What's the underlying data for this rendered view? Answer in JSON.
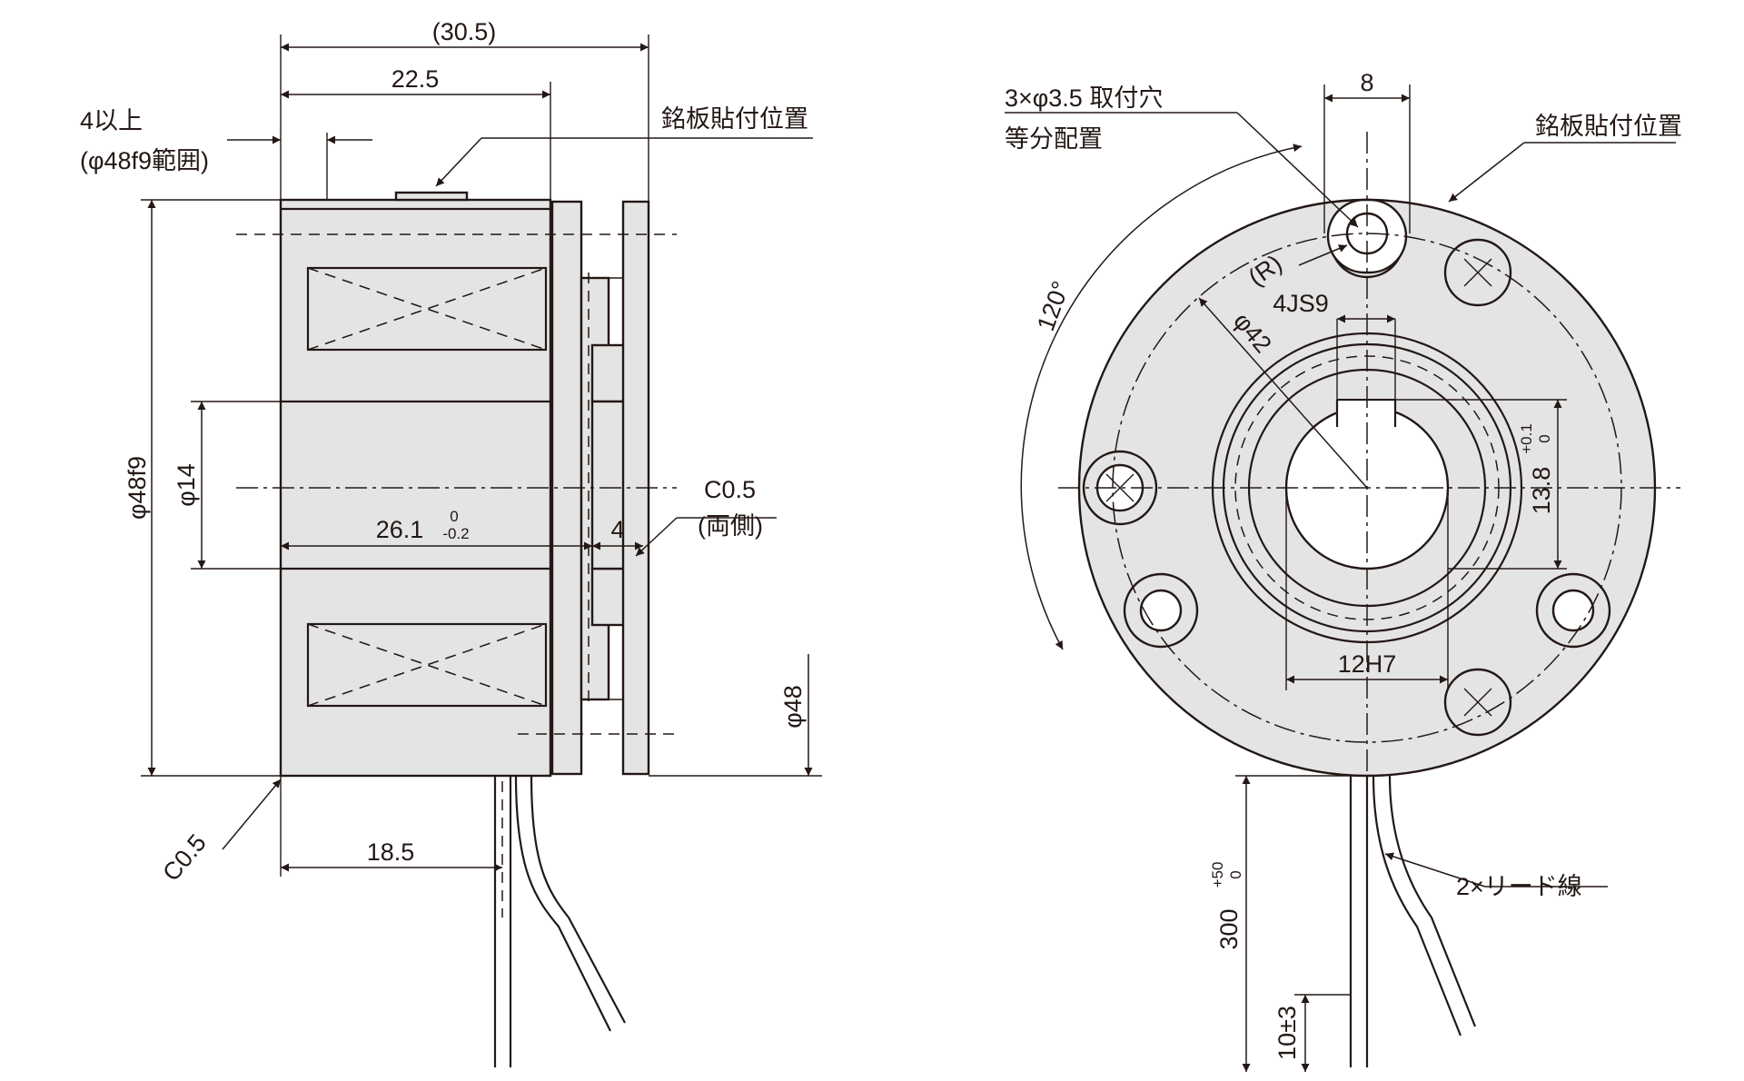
{
  "side_view": {
    "overall_length": "(30.5)",
    "coil_length": "22.5",
    "min_length_line1": "4以上",
    "min_length_line2": "(φ48f9範囲)",
    "nameplate_label": "銘板貼付位置",
    "outer_diameter": "φ48f9",
    "bore_diameter": "φ14",
    "armature_length": "26.1",
    "armature_tol_upper": "0",
    "armature_tol_lower": "-0.2",
    "plate_thickness": "4",
    "chamfer_right_line1": "C0.5",
    "chamfer_right_line2": "(両側)",
    "plate_diameter": "φ48",
    "chamfer_left": "C0.5",
    "lead_position": "18.5"
  },
  "front_view": {
    "mount_holes_line1": "3×φ3.5  取付穴",
    "mount_holes_line2": "等分配置",
    "slot_width": "8",
    "nameplate_label": "銘板貼付位置",
    "angle": "120°",
    "radius": "(R)",
    "keyway": "4JS9",
    "pcd": "φ42",
    "key_height": "13.8",
    "key_tol_upper": "+0.1",
    "key_tol_lower": "0",
    "bore": "12H7",
    "lead_wire": "2×リード線",
    "lead_length": "300",
    "lead_tol_upper": "+50",
    "lead_tol_lower": "0",
    "strip_length": "10±3"
  },
  "colors": {
    "line": "#231815",
    "body_fill": "#e4e4e4",
    "background": "#ffffff"
  }
}
